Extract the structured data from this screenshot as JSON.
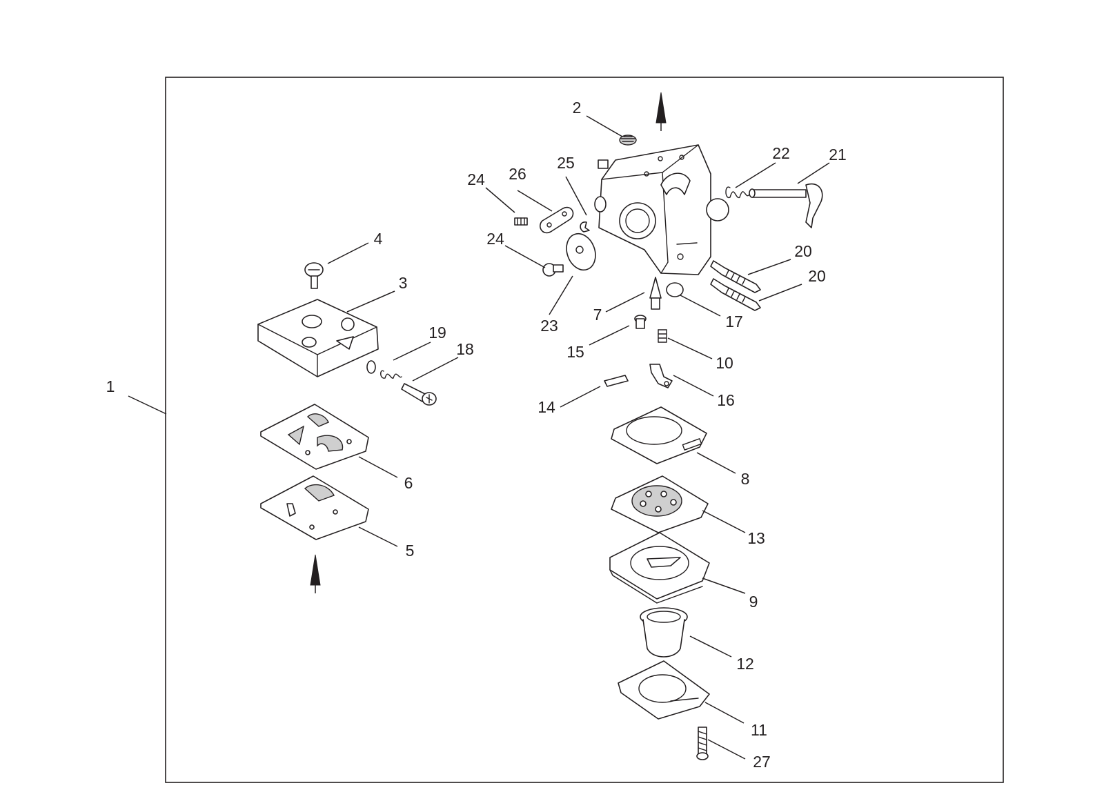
{
  "diagram": {
    "callouts": [
      {
        "id": "c1",
        "label": "1"
      },
      {
        "id": "c2",
        "label": "2"
      },
      {
        "id": "c3",
        "label": "3"
      },
      {
        "id": "c4",
        "label": "4"
      },
      {
        "id": "c5",
        "label": "5"
      },
      {
        "id": "c6",
        "label": "6"
      },
      {
        "id": "c7",
        "label": "7"
      },
      {
        "id": "c8",
        "label": "8"
      },
      {
        "id": "c9",
        "label": "9"
      },
      {
        "id": "c10",
        "label": "10"
      },
      {
        "id": "c11",
        "label": "11"
      },
      {
        "id": "c12",
        "label": "12"
      },
      {
        "id": "c13",
        "label": "13"
      },
      {
        "id": "c14",
        "label": "14"
      },
      {
        "id": "c15",
        "label": "15"
      },
      {
        "id": "c16",
        "label": "16"
      },
      {
        "id": "c17",
        "label": "17"
      },
      {
        "id": "c18",
        "label": "18"
      },
      {
        "id": "c19",
        "label": "19"
      },
      {
        "id": "c20a",
        "label": "20"
      },
      {
        "id": "c20b",
        "label": "20"
      },
      {
        "id": "c21",
        "label": "21"
      },
      {
        "id": "c22",
        "label": "22"
      },
      {
        "id": "c23",
        "label": "23"
      },
      {
        "id": "c24a",
        "label": "24"
      },
      {
        "id": "c24b",
        "label": "24"
      },
      {
        "id": "c25",
        "label": "25"
      },
      {
        "id": "c26",
        "label": "26"
      },
      {
        "id": "c27",
        "label": "27"
      }
    ]
  }
}
